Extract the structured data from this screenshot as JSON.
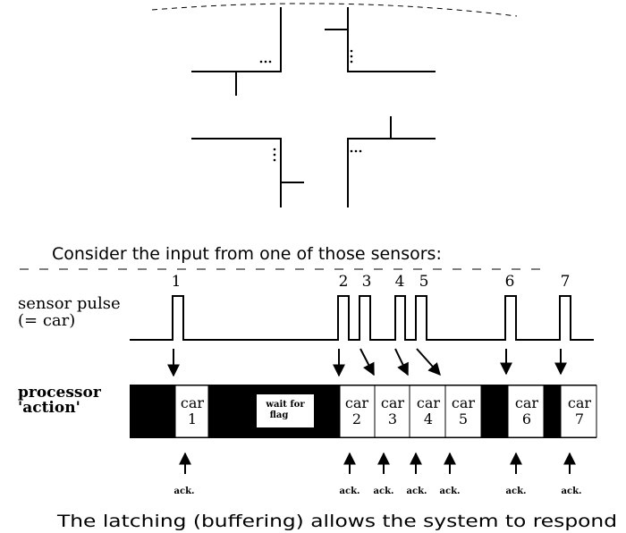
{
  "consider_text": "Consider the input from one of those sensors:",
  "bottom_text": "The latching (buffering) allows the system to respond",
  "labels": {
    "sensor_line1": "sensor pulse",
    "sensor_line2": "(= car)",
    "processor_line1": "processor",
    "processor_line2": "'action'"
  },
  "pulses": [
    {
      "number": "1"
    },
    {
      "number": "2"
    },
    {
      "number": "3"
    },
    {
      "number": "4"
    },
    {
      "number": "5"
    },
    {
      "number": "6"
    },
    {
      "number": "7"
    }
  ],
  "wait_line1": "wait for",
  "wait_line2": "flag",
  "car_word": "car",
  "car_boxes": [
    {
      "number": "1"
    },
    {
      "number": "2"
    },
    {
      "number": "3"
    },
    {
      "number": "4"
    },
    {
      "number": "5"
    },
    {
      "number": "6"
    },
    {
      "number": "7"
    }
  ],
  "ack_label": "ack.",
  "ack_count": 7,
  "colors": {
    "ink": "#000000",
    "paper": "#ffffff"
  }
}
